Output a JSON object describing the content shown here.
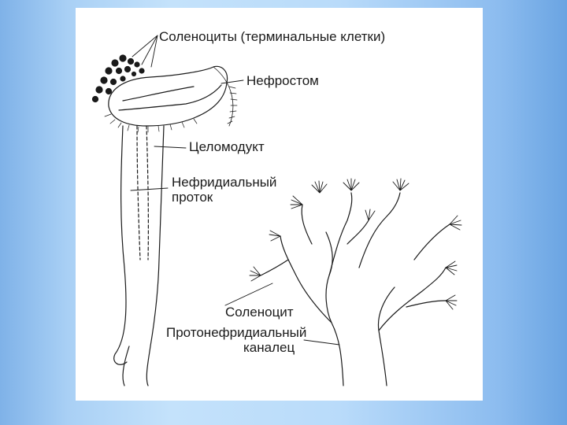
{
  "labels": {
    "solenocytes": "Соленоциты (терминальные клетки)",
    "nephrostome": "Нефростом",
    "coelomoduct": "Целомодукт",
    "nephridial_duct_line1": "Нефридиальный",
    "nephridial_duct_line2": "проток",
    "solenocyte": "Соленоцит",
    "protonephridial_line1": "Протонефридиальный",
    "protonephridial_line2": "каналец"
  },
  "colors": {
    "background_gradient": [
      "#7fb2e8",
      "#c4e2fb",
      "#6aa4e2"
    ],
    "panel": "#ffffff",
    "ink": "#1a1a1a"
  }
}
